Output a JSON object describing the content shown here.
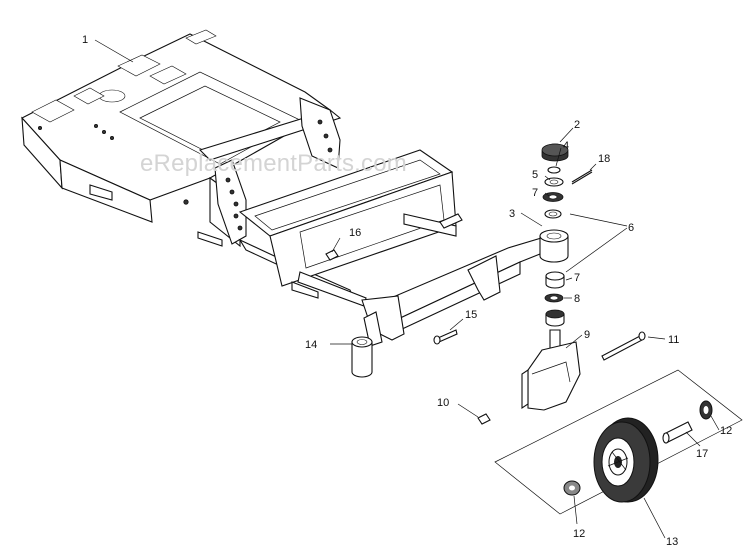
{
  "watermark": "eReplacementParts.com",
  "callouts": [
    {
      "label": "1"
    },
    {
      "label": "2"
    },
    {
      "label": "3"
    },
    {
      "label": "4"
    },
    {
      "label": "5"
    },
    {
      "label": "6"
    },
    {
      "label": "7"
    },
    {
      "label": "7"
    },
    {
      "label": "8"
    },
    {
      "label": "9"
    },
    {
      "label": "10"
    },
    {
      "label": "11"
    },
    {
      "label": "12"
    },
    {
      "label": "12"
    },
    {
      "label": "13"
    },
    {
      "label": "14"
    },
    {
      "label": "15"
    },
    {
      "label": "16"
    },
    {
      "label": "17"
    },
    {
      "label": "18"
    }
  ]
}
